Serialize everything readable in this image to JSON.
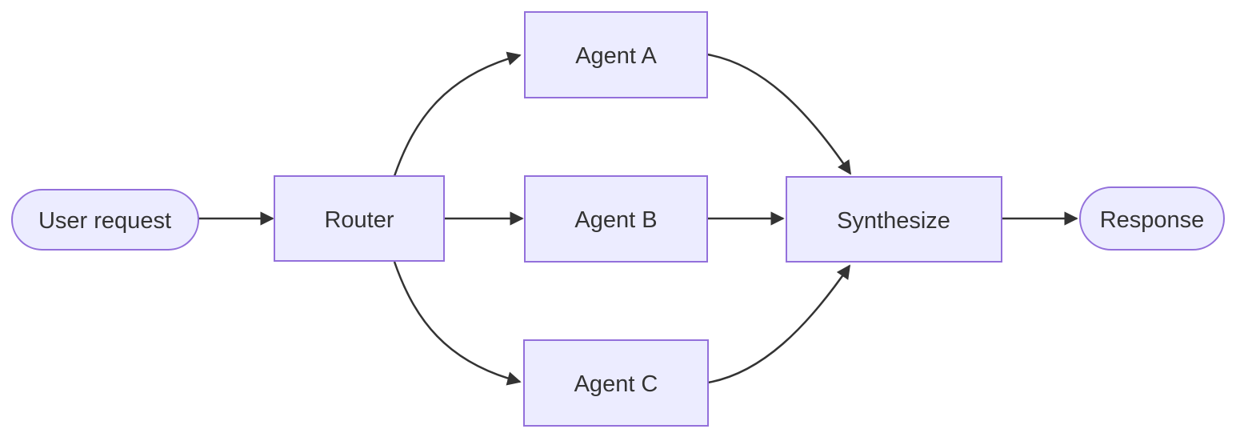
{
  "diagram": {
    "type": "flowchart",
    "direction": "left-to-right",
    "nodes": [
      {
        "id": "user_request",
        "label": "User request",
        "shape": "stadium"
      },
      {
        "id": "router",
        "label": "Router",
        "shape": "rect"
      },
      {
        "id": "agent_a",
        "label": "Agent A",
        "shape": "rect"
      },
      {
        "id": "agent_b",
        "label": "Agent B",
        "shape": "rect"
      },
      {
        "id": "agent_c",
        "label": "Agent C",
        "shape": "rect"
      },
      {
        "id": "synthesize",
        "label": "Synthesize",
        "shape": "rect"
      },
      {
        "id": "response",
        "label": "Response",
        "shape": "stadium"
      }
    ],
    "edges": [
      {
        "from": "user_request",
        "to": "router"
      },
      {
        "from": "router",
        "to": "agent_a"
      },
      {
        "from": "router",
        "to": "agent_b"
      },
      {
        "from": "router",
        "to": "agent_c"
      },
      {
        "from": "agent_a",
        "to": "synthesize"
      },
      {
        "from": "agent_b",
        "to": "synthesize"
      },
      {
        "from": "agent_c",
        "to": "synthesize"
      },
      {
        "from": "synthesize",
        "to": "response"
      }
    ],
    "colors": {
      "node_fill": "#ECECFF",
      "node_border": "#9370DB",
      "edge": "#333333",
      "text": "#333333",
      "background": "#FFFFFF"
    }
  }
}
